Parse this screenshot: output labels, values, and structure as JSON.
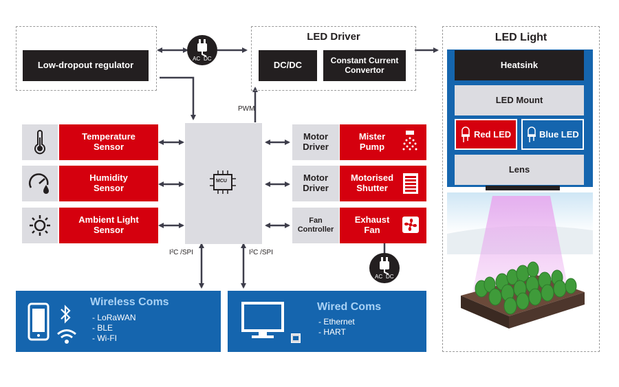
{
  "power_section": {
    "ldo_label": "Low-dropout regulator"
  },
  "ac_dc_top": {
    "left": "AC",
    "right": "DC"
  },
  "ac_dc_bottom": {
    "left": "AC",
    "right": "DC"
  },
  "led_driver": {
    "title": "LED Driver",
    "dcdc_label": "DC/DC",
    "ccc_label": "Constant Current\nConvertor"
  },
  "led_light": {
    "title": "LED Light",
    "heatsink": "Heatsink",
    "mount": "LED Mount",
    "red_led": "Red LED",
    "blue_led": "Blue LED",
    "lens": "Lens"
  },
  "mcu": {
    "label": "MCU",
    "pwm_label": "PWM"
  },
  "sensors": [
    {
      "label": "Temperature\nSensor",
      "icon": "thermometer-icon"
    },
    {
      "label": "Humidity\nSensor",
      "icon": "humidity-gauge-icon"
    },
    {
      "label": "Ambient Light\nSensor",
      "icon": "sun-icon"
    }
  ],
  "actuators": [
    {
      "driver": "Motor\nDriver",
      "device": "Mister\nPump",
      "icon": "mister-icon"
    },
    {
      "driver": "Motor\nDriver",
      "device": "Motorised\nShutter",
      "icon": "shutter-icon"
    },
    {
      "driver": "Fan\nController",
      "device": "Exhaust\nFan",
      "icon": "fan-icon"
    }
  ],
  "bus_labels": {
    "left": "I²C /SPI",
    "right": "I²C /SPI"
  },
  "wireless": {
    "title": "Wireless Coms",
    "items": [
      "LoRaWAN",
      "BLE",
      "Wi-FI"
    ]
  },
  "wired": {
    "title": "Wired Coms",
    "items": [
      "Ethernet",
      "HART"
    ]
  },
  "colors": {
    "red": "#d5000e",
    "dark": "#231f20",
    "grey": "#dcdce1",
    "blue": "#1565ae",
    "light_blue_text": "#a9d2f5"
  }
}
